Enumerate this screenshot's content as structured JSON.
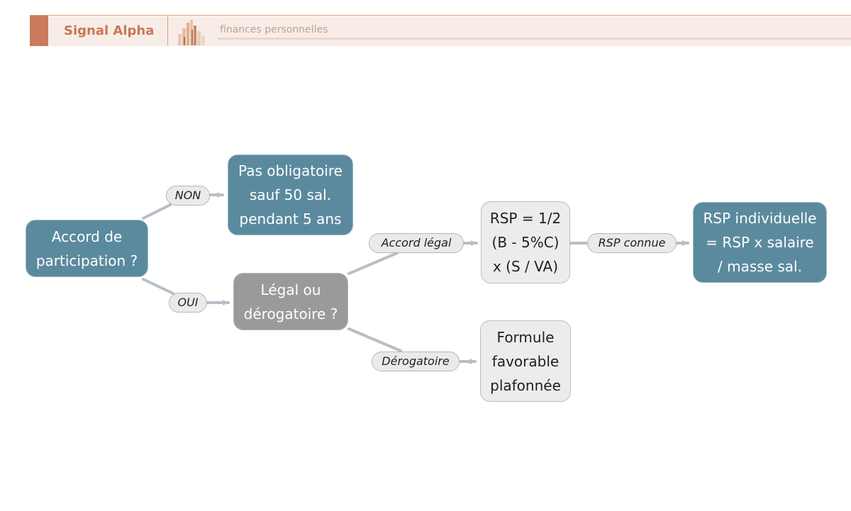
{
  "header": {
    "brand": "Signal Alpha",
    "tagline": "finances personnelles",
    "logo_icon": "bar-chart-icon",
    "colors": {
      "accent": "#c97b5c",
      "background": "#f8ede6",
      "brand_text": "#c67856"
    }
  },
  "flowchart": {
    "nodes": {
      "start": "Accord de\nparticipation ?",
      "not_required": "Pas obligatoire\nsauf 50 sal.\npendant 5 ans",
      "legal_or_derog": "Légal ou\ndérogatoire ?",
      "legal_formula": "RSP = 1/2\n(B - 5%C)\nx (S / VA)",
      "derog_formula": "Formule\nfavorable\nplafonnée",
      "individual": "RSP individuelle\n= RSP x salaire\n/ masse sal."
    },
    "edges": {
      "non": "NON",
      "oui": "OUI",
      "accord_legal": "Accord légal",
      "derogatoire": "Dérogatoire",
      "rsp_connue": "RSP connue"
    },
    "colors": {
      "decision": "#5b8a9e",
      "question": "#9a9a9a",
      "process": "#ececec",
      "connector": "#b8bec6"
    }
  }
}
